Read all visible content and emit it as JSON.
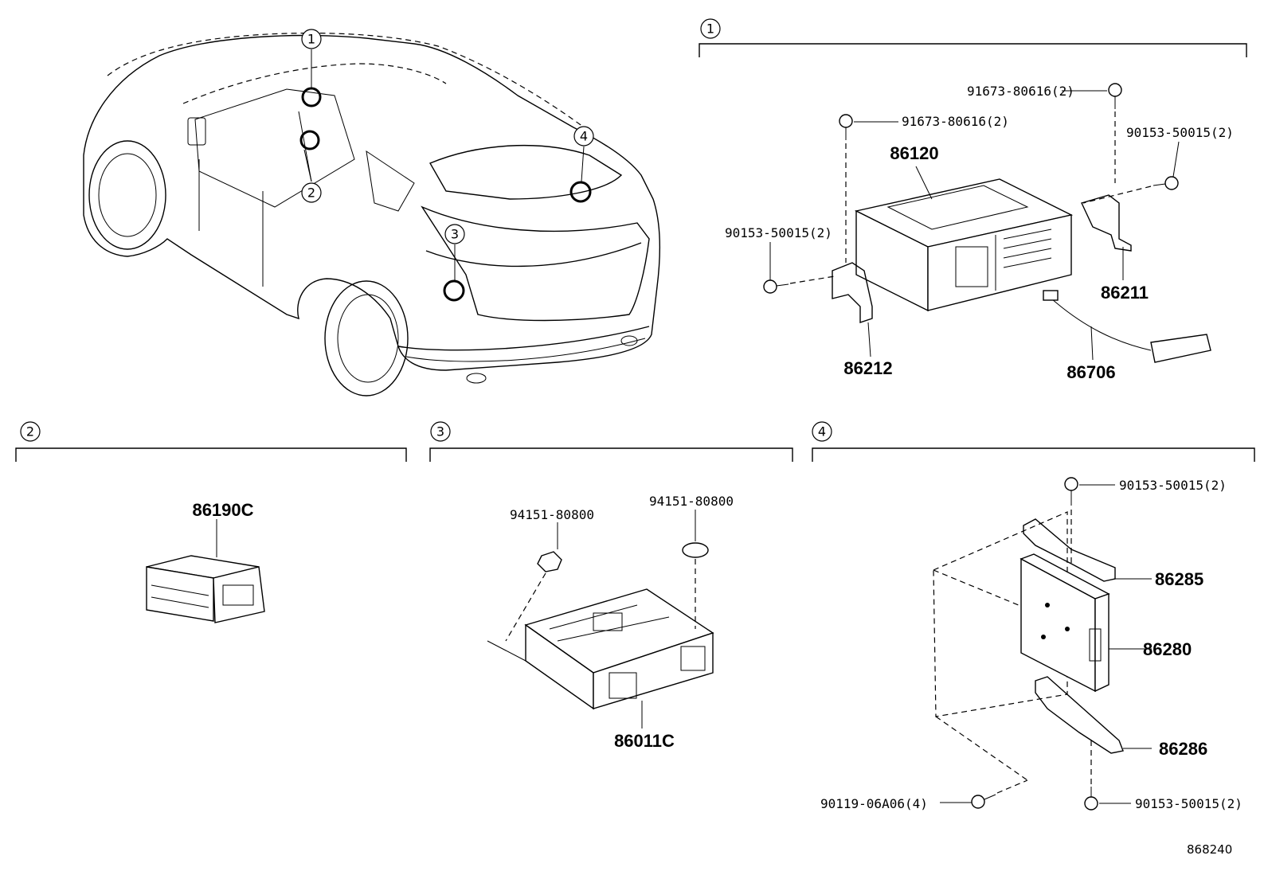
{
  "callouts": {
    "c1": "1",
    "c2": "2",
    "c3": "3",
    "c4": "4"
  },
  "section1": {
    "number": "1",
    "parts": {
      "p86120": "86120",
      "p86211": "86211",
      "p86212": "86212",
      "p86706": "86706",
      "bolt_top_right": "91673-80616(2)",
      "bolt_top_left": "91673-80616(2)",
      "nut_right": "90153-50015(2)",
      "nut_left": "90153-50015(2)"
    }
  },
  "section2": {
    "number": "2",
    "parts": {
      "p86190c": "86190C"
    }
  },
  "section3": {
    "number": "3",
    "parts": {
      "p86011c": "86011C",
      "nut_left": "94151-80800",
      "nut_right": "94151-80800"
    }
  },
  "section4": {
    "number": "4",
    "parts": {
      "bolt_top": "90153-50015(2)",
      "p86285": "86285",
      "p86280": "86280",
      "p86286": "86286",
      "bolt_bottom_left": "90119-06A06(4)",
      "bolt_bottom_right": "90153-50015(2)"
    }
  },
  "diagram_id": "868240",
  "icons": [
    "car-icon",
    "bolt-icon",
    "nut-icon",
    "module-icon",
    "bracket-icon",
    "antenna-icon"
  ]
}
